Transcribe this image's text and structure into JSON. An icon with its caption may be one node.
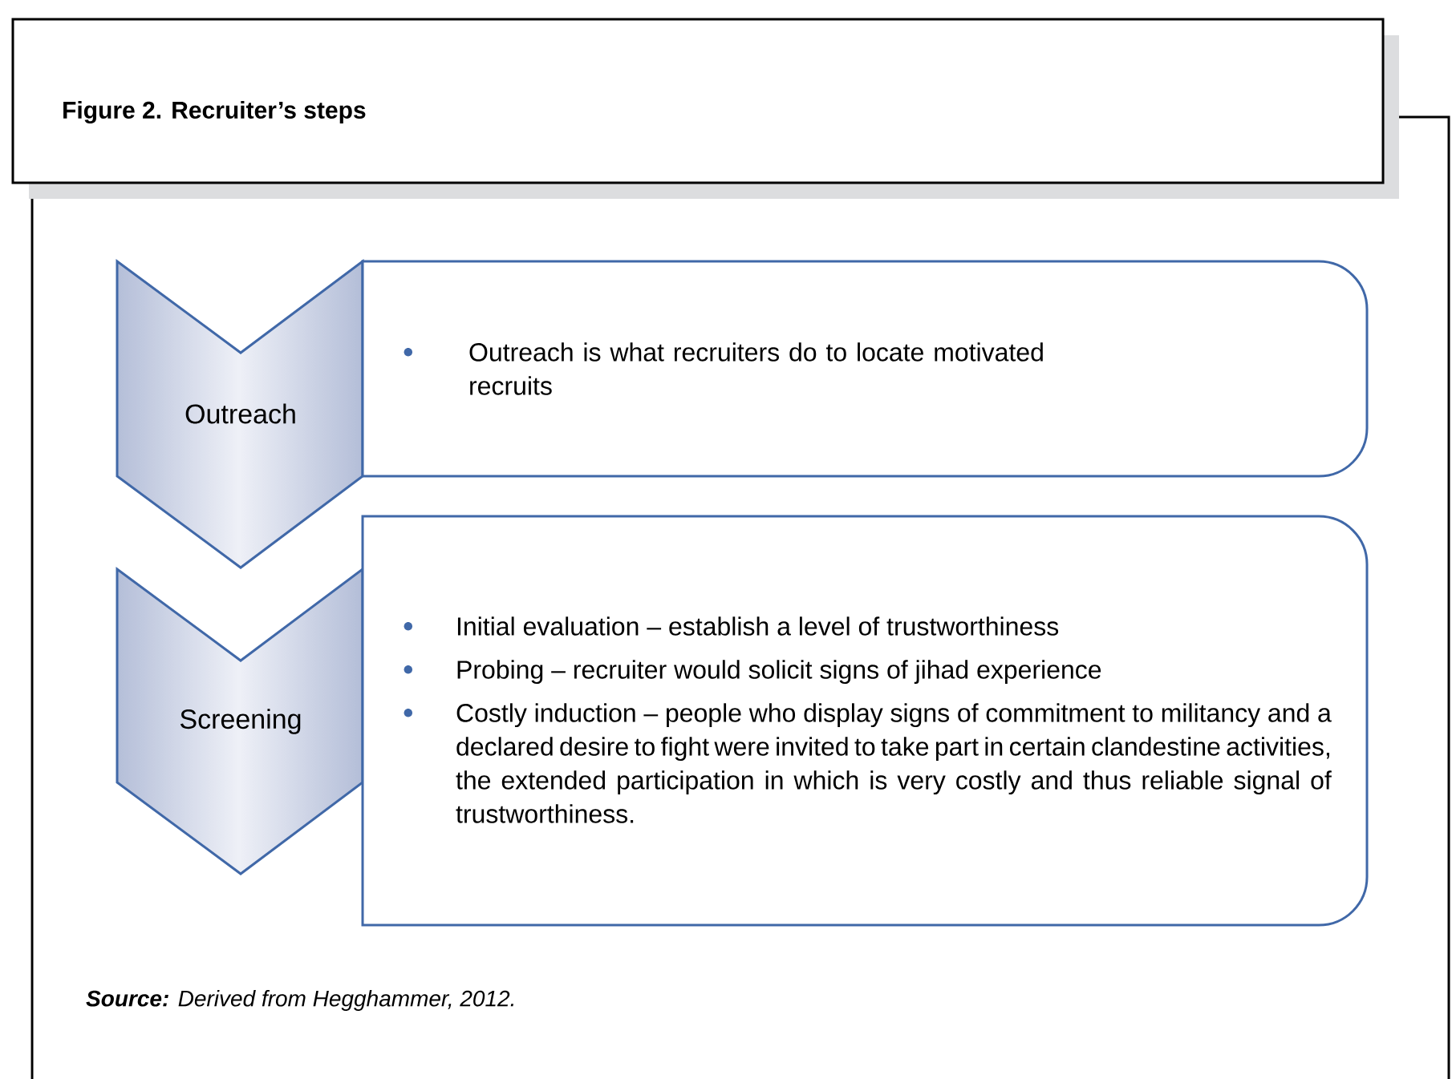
{
  "diagram": {
    "title": "Figure 2. Recruiter’s steps",
    "caption": "**Source:** Derived from Hegghammer, 2012.",
    "nodes": [
      {
        "text": [
          "Outreach"
        ]
      },
      {
        "text": [
          "Outreach is what recruiters do to locate motivated recruits"
        ]
      },
      {
        "text": [
          "Screening"
        ]
      },
      {
        "text": [
          "Initial evaluation – establish a level of trustworthiness",
          "Probing – recruiter would solicit signs of jihad experience",
          "Costly induction – people who display signs of commitment to militancy and a declared desire to fight were invited to take part in certain clandestine activities, the extended participation in which is very costly and thus reliable signal of trustworthiness."
        ]
      }
    ]
  }
}
